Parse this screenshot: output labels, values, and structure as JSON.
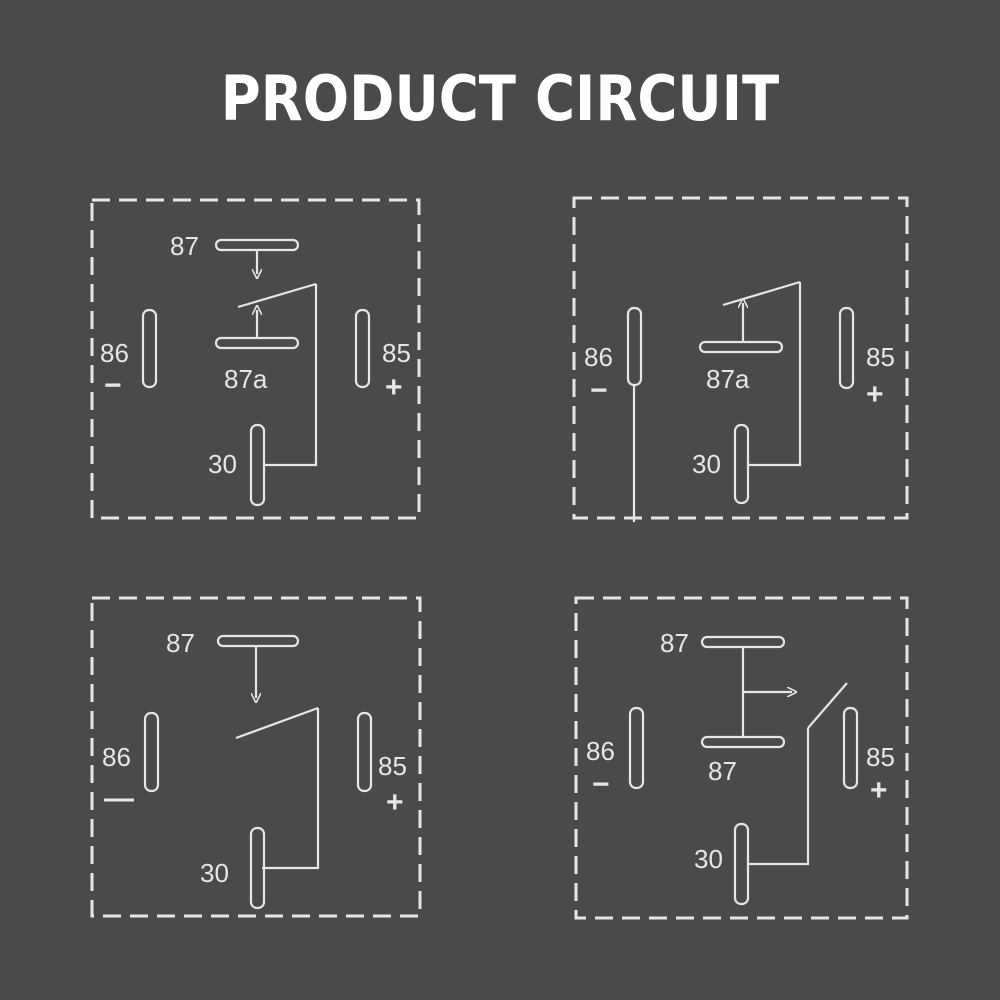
{
  "title": "PRODUCT CIRCUIT",
  "diagrams": [
    {
      "pin_top": "87",
      "pin_mid": "87a",
      "pin_left": "86",
      "pin_right": "85",
      "pin_bottom": "30",
      "left_sign": "−",
      "right_sign": "+"
    },
    {
      "pin_mid": "87a",
      "pin_left": "86",
      "pin_right": "85",
      "pin_bottom": "30",
      "left_sign": "−",
      "right_sign": "+"
    },
    {
      "pin_top": "87",
      "pin_left": "86",
      "pin_right": "85",
      "pin_bottom": "30",
      "left_sign": "—",
      "right_sign": "+"
    },
    {
      "pin_top": "87",
      "pin_mid": "87",
      "pin_left": "86",
      "pin_right": "85",
      "pin_bottom": "30",
      "left_sign": "−",
      "right_sign": "+"
    }
  ]
}
